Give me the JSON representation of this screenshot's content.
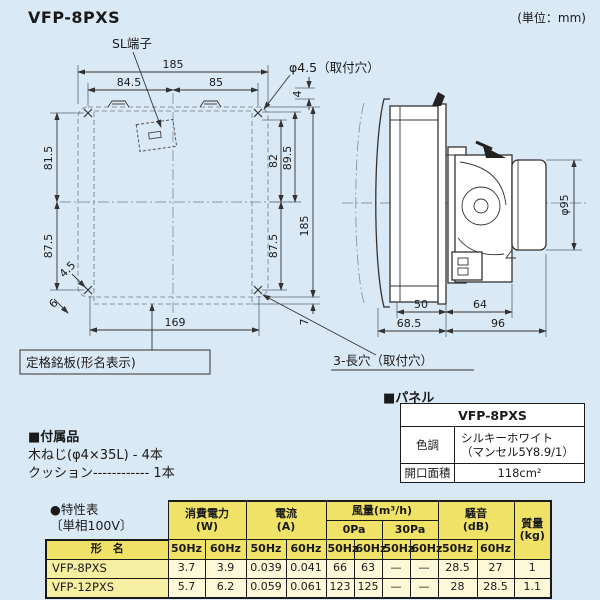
{
  "page": {
    "title": "VFP-8PXS",
    "unit": "(単位：mm)"
  },
  "colors": {
    "page_background": "#d9e9f5",
    "table_header_yellow": "#f0e266",
    "table_model_yellow": "#f6efa2",
    "table_cell_cream": "#fcf8d8",
    "line_dark": "#1a1a1a",
    "white": "#ffffff"
  },
  "drawing": {
    "front": {
      "label_sl": "SL端子",
      "label_phi": "φ4.5（取付穴）",
      "label_nameplate": "定格銘板(形名表示)",
      "label_slot": "3-長穴（取付穴）",
      "dim_185_top": "185",
      "dim_845": "84.5",
      "dim_85": "85",
      "dim_4": "4",
      "dim_815": "81.5",
      "dim_875_left": "87.5",
      "dim_82": "82",
      "dim_895": "89.5",
      "dim_875_right": "87.5",
      "dim_185_right": "185",
      "dim_7": "7",
      "dim_169": "169",
      "dim_45": "4.5",
      "dim_6": "6"
    },
    "side": {
      "dim_phi95": "φ95",
      "dim_50": "50",
      "dim_64": "64",
      "dim_685": "68.5",
      "dim_96": "96"
    }
  },
  "panel": {
    "heading": "■パネル",
    "model": "VFP-8PXS",
    "color_label": "色調",
    "color_value": "シルキーホワイト\n（マンセル5Y8.9/1）",
    "area_label": "開口面積",
    "area_value": "118cm²"
  },
  "accessories": {
    "heading": "■付属品",
    "line1": "木ねじ(φ4×35L) - 4本",
    "line2": "クッション------------ 1本"
  },
  "spec": {
    "caption1": "●特性表",
    "caption2": "〔単相100V〕",
    "h_model": "形　名",
    "h_power": "消費電力\n(W)",
    "h_current": "電流\n(A)",
    "h_airflow": "風量(m³/h)",
    "h_0pa": "0Pa",
    "h_30pa": "30Pa",
    "h_noise": "騒音\n(dB)",
    "h_mass": "質量\n(kg)",
    "hz50": "50Hz",
    "hz60": "60Hz",
    "rows": [
      {
        "model": "VFP-8PXS",
        "values": [
          "3.7",
          "3.9",
          "0.039",
          "0.041",
          "66",
          "63",
          "—",
          "—",
          "28.5",
          "27",
          "1"
        ]
      },
      {
        "model": "VFP-12PXS",
        "values": [
          "5.7",
          "6.2",
          "0.059",
          "0.061",
          "123",
          "125",
          "—",
          "—",
          "28",
          "28.5",
          "1.1"
        ]
      }
    ]
  }
}
